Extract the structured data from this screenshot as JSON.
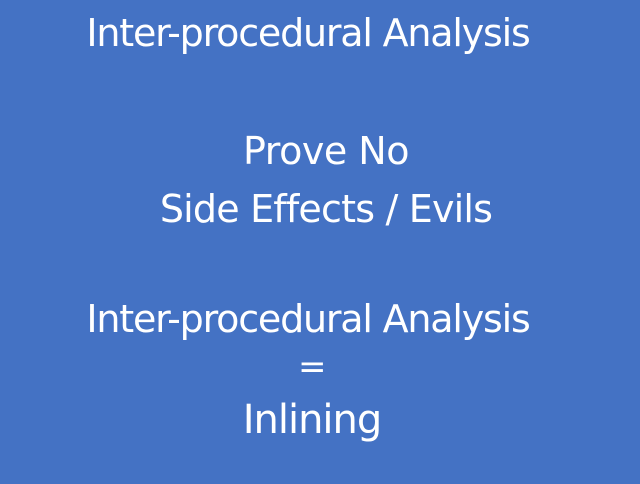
{
  "slide": {
    "background_color": "#4472c4",
    "text_color": "#ffffff",
    "title": "Inter-procedural Analysis",
    "lines": [
      "Prove No",
      "Side Effects / Evils",
      "Inter-procedural Analysis",
      "=",
      "Inlining"
    ]
  }
}
